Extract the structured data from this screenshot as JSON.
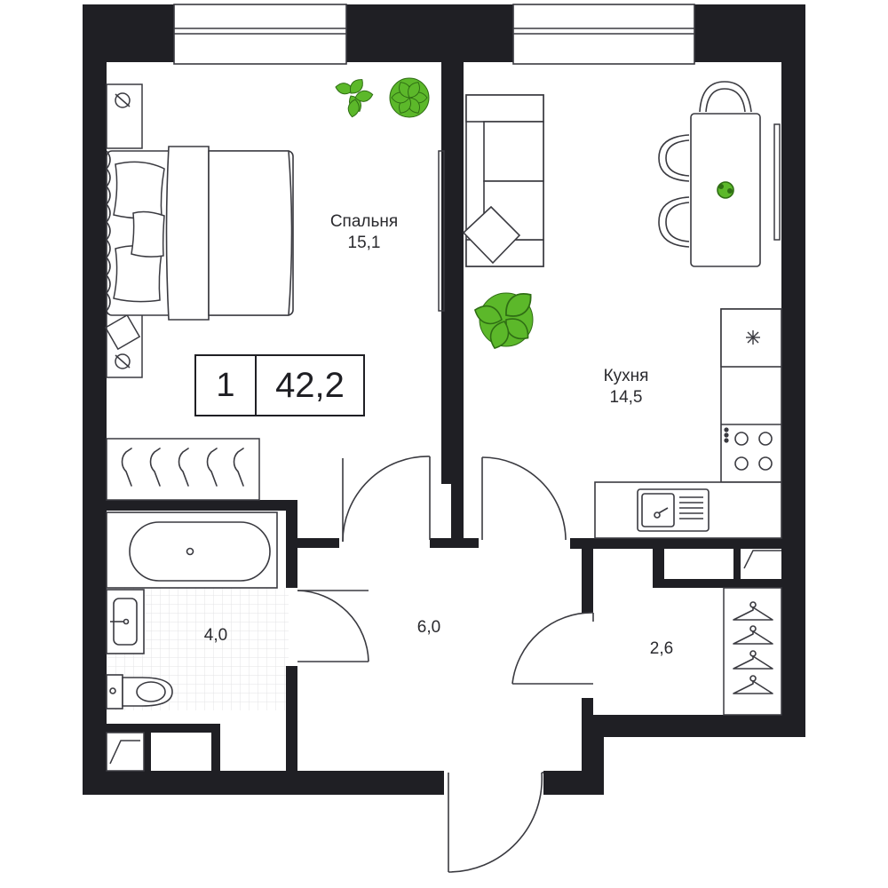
{
  "summary": {
    "rooms": "1",
    "total_area": "42,2"
  },
  "rooms": {
    "bedroom": {
      "name": "Спальня",
      "area": "15,1"
    },
    "kitchen": {
      "name": "Кухня",
      "area": "14,5"
    },
    "bathroom": {
      "area": "4,0"
    },
    "hallway": {
      "area": "6,0"
    },
    "closet": {
      "area": "2,6"
    }
  },
  "colors": {
    "wall": "#1f1f24",
    "line": "#3a3a40",
    "plant": "#5cb82a",
    "plant_dark": "#2f6e14",
    "tile": "#e6e6e9"
  },
  "icons": [
    "bed-icon",
    "pillow-icon",
    "nightstand-lamp-icon",
    "plant-icon",
    "sofa-icon",
    "dining-table-icon",
    "chair-icon",
    "stove-icon",
    "sink-icon",
    "bathtub-icon",
    "toilet-icon",
    "washbasin-icon",
    "hanger-icon",
    "door-swing-icon",
    "window-icon",
    "snowflake-icon"
  ]
}
